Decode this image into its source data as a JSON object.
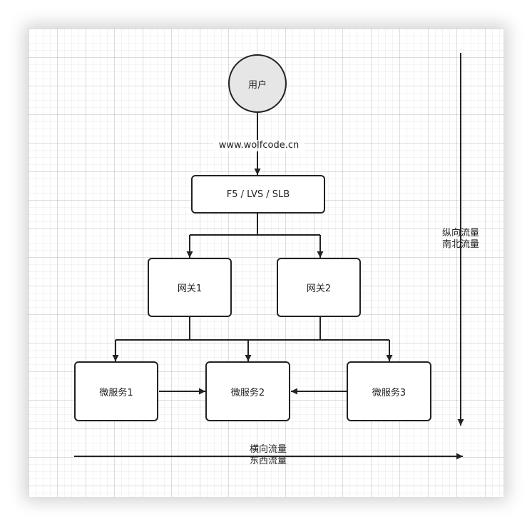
{
  "diagram": {
    "nodes": {
      "user": "用户",
      "lb": "F5 / LVS / SLB",
      "gateway1": "网关1",
      "gateway2": "网关2",
      "service1": "微服务1",
      "service2": "微服务2",
      "service3": "微服务3"
    },
    "edge_label": "www.wolfcode.cn",
    "vertical_flow": {
      "line1": "纵向流量",
      "line2": "南北流量"
    },
    "horizontal_flow": {
      "line1": "横向流量",
      "line2": "东西流量"
    },
    "stroke_color": "#222222",
    "circle_fill": "#e6e6e6"
  }
}
